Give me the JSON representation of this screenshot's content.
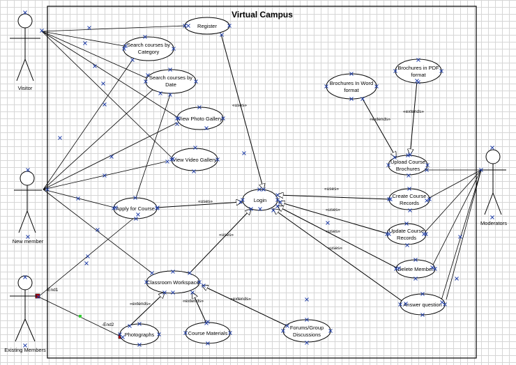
{
  "title": "Virtual Campus",
  "actors": {
    "visitor": "Visitor",
    "new_member": "New member",
    "existing_members": "Existing Members",
    "moderators": "Moderators"
  },
  "use_cases": {
    "register": "Register",
    "search_category": [
      "Search courses by",
      "Category"
    ],
    "search_date": [
      "Search courses by",
      "Date"
    ],
    "view_photo": "View Photo Gallery",
    "view_video": "View Video Gallery",
    "apply_course": "Apply for Course",
    "login": "Login",
    "classroom": "Classroom Workspace",
    "photographs": "Photographs",
    "course_materials": "Course Materials",
    "forums": [
      "Forums/Group",
      "Discussions"
    ],
    "brochures_word": [
      "Brochures In Word",
      "format"
    ],
    "brochures_pdf": [
      "Brochures in PDF",
      "format"
    ],
    "upload_brochures": [
      "Upload Course",
      "Brochures"
    ],
    "create_records": [
      "Create Course",
      "Records"
    ],
    "update_records": [
      "Update Course",
      "Records"
    ],
    "delete_member": "Delete Member",
    "answer_question": "Answer question"
  },
  "stereotypes": {
    "uses": "«uses»",
    "extends": "«extends»"
  },
  "association_ends": {
    "end1": "-End1",
    "end2": "-End2"
  }
}
